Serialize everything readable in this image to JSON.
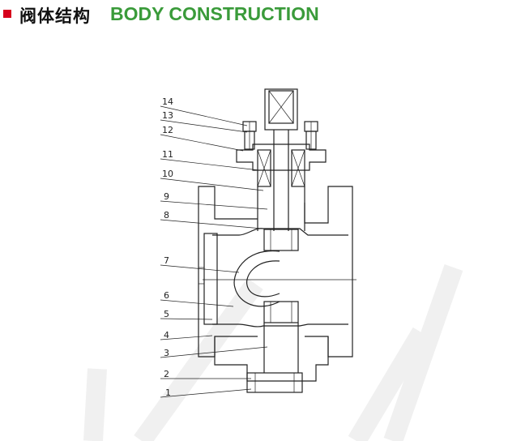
{
  "header": {
    "title_cn": "阀体结构",
    "title_en": "BODY CONSTRUCTION",
    "bullet_color": "#d6001c",
    "title_en_color": "#3a9b3a"
  },
  "diagram": {
    "part_numbers": [
      "14",
      "13",
      "12",
      "11",
      "10",
      "9",
      "8",
      "7",
      "6",
      "5",
      "4",
      "3",
      "2",
      "1"
    ]
  }
}
